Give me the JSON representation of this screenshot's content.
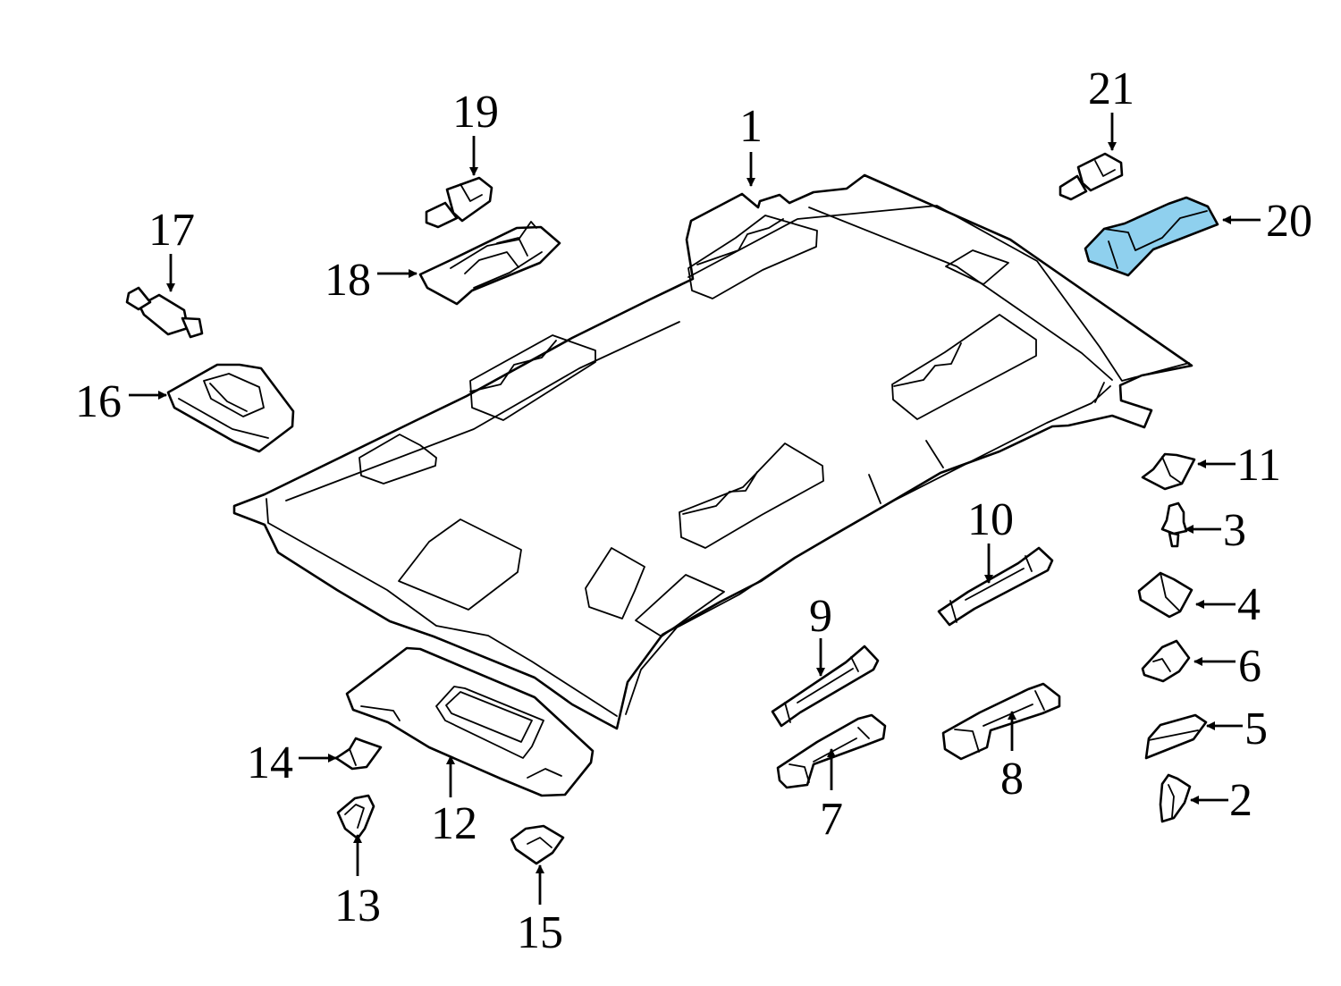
{
  "diagram": {
    "highlight_color": "#8fd0ee",
    "highlighted_part": "20",
    "callouts": [
      {
        "id": "p1",
        "label": "1"
      },
      {
        "id": "p2",
        "label": "2"
      },
      {
        "id": "p3",
        "label": "3"
      },
      {
        "id": "p4",
        "label": "4"
      },
      {
        "id": "p5",
        "label": "5"
      },
      {
        "id": "p6",
        "label": "6"
      },
      {
        "id": "p7",
        "label": "7"
      },
      {
        "id": "p8",
        "label": "8"
      },
      {
        "id": "p9",
        "label": "9"
      },
      {
        "id": "p10",
        "label": "10"
      },
      {
        "id": "p11",
        "label": "11"
      },
      {
        "id": "p12",
        "label": "12"
      },
      {
        "id": "p13",
        "label": "13"
      },
      {
        "id": "p14",
        "label": "14"
      },
      {
        "id": "p15",
        "label": "15"
      },
      {
        "id": "p16",
        "label": "16"
      },
      {
        "id": "p17",
        "label": "17"
      },
      {
        "id": "p18",
        "label": "18"
      },
      {
        "id": "p19",
        "label": "19"
      },
      {
        "id": "p20",
        "label": "20"
      },
      {
        "id": "p21",
        "label": "21"
      }
    ]
  }
}
